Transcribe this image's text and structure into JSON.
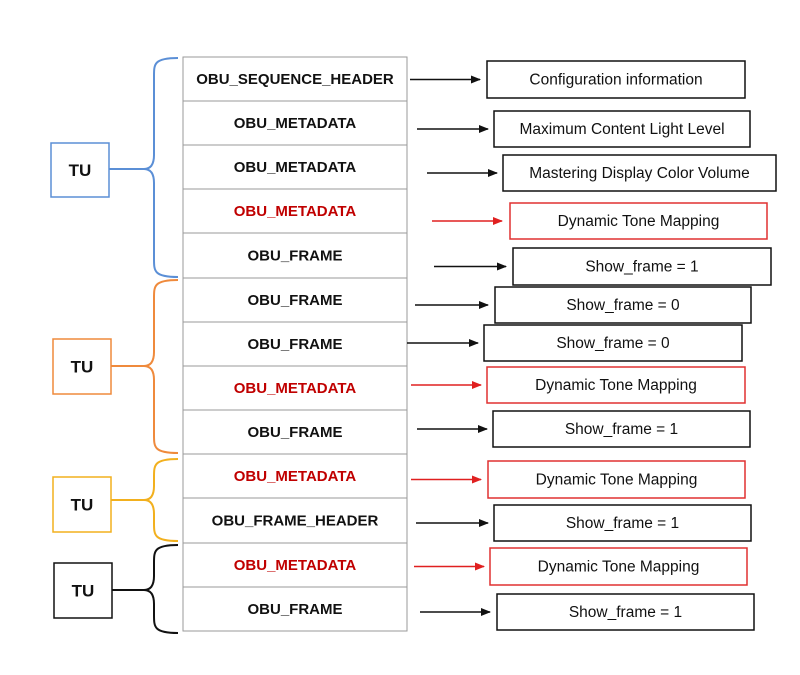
{
  "obu_rows": [
    {
      "label": "OBU_SEQUENCE_HEADER",
      "color": "#111111"
    },
    {
      "label": "OBU_METADATA",
      "color": "#111111"
    },
    {
      "label": "OBU_METADATA",
      "color": "#111111"
    },
    {
      "label": "OBU_METADATA",
      "color": "#c00000"
    },
    {
      "label": "OBU_FRAME",
      "color": "#111111"
    },
    {
      "label": "OBU_FRAME",
      "color": "#111111"
    },
    {
      "label": "OBU_FRAME",
      "color": "#111111"
    },
    {
      "label": "OBU_METADATA",
      "color": "#c00000"
    },
    {
      "label": "OBU_FRAME",
      "color": "#111111"
    },
    {
      "label": "OBU_METADATA",
      "color": "#c00000"
    },
    {
      "label": "OBU_FRAME_HEADER",
      "color": "#111111"
    },
    {
      "label": "OBU_METADATA",
      "color": "#c00000"
    },
    {
      "label": "OBU_FRAME",
      "color": "#111111"
    }
  ],
  "info_boxes": [
    {
      "label": "Configuration information",
      "border": "#111111",
      "arrow": "#111111"
    },
    {
      "label": "Maximum Content Light Level",
      "border": "#111111",
      "arrow": "#111111"
    },
    {
      "label": "Mastering Display Color Volume",
      "border": "#111111",
      "arrow": "#111111"
    },
    {
      "label": "Dynamic Tone Mapping",
      "border": "#e03030",
      "arrow": "#e02020"
    },
    {
      "label": "Show_frame = 1",
      "border": "#111111",
      "arrow": "#111111"
    },
    {
      "label": "Show_frame = 0",
      "border": "#111111",
      "arrow": "#111111"
    },
    {
      "label": "Show_frame = 0",
      "border": "#111111",
      "arrow": "#111111"
    },
    {
      "label": "Dynamic Tone Mapping",
      "border": "#e03030",
      "arrow": "#e02020"
    },
    {
      "label": "Show_frame = 1",
      "border": "#111111",
      "arrow": "#111111"
    },
    {
      "label": "Dynamic Tone Mapping",
      "border": "#e03030",
      "arrow": "#e02020"
    },
    {
      "label": "Show_frame = 1",
      "border": "#111111",
      "arrow": "#111111"
    },
    {
      "label": "Dynamic Tone Mapping",
      "border": "#e03030",
      "arrow": "#e02020"
    },
    {
      "label": "Show_frame = 1",
      "border": "#111111",
      "arrow": "#111111"
    }
  ],
  "tu_groups": [
    {
      "label": "TU",
      "color": "#5b8fd6"
    },
    {
      "label": "TU",
      "color": "#ef8a3c"
    },
    {
      "label": "TU",
      "color": "#f2b01e"
    },
    {
      "label": "TU",
      "color": "#111111"
    }
  ]
}
